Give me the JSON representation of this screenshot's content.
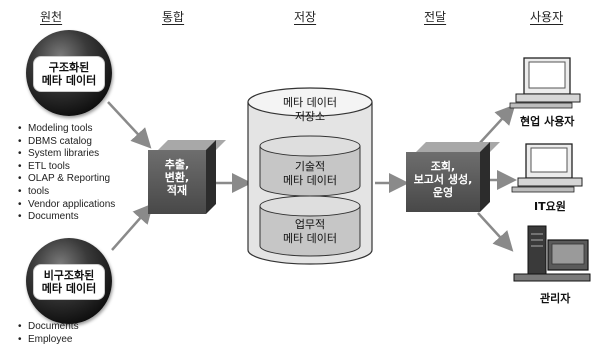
{
  "headers": {
    "source": "원천",
    "integrate": "통합",
    "store": "저장",
    "deliver": "전달",
    "users": "사용자"
  },
  "structured": {
    "line1": "구조화된",
    "line2": "메타 데이터",
    "items": [
      "Modeling tools",
      "DBMS catalog",
      "System libraries",
      "ETL tools",
      "OLAP & Reporting",
      "tools",
      "Vendor applications",
      "Documents"
    ]
  },
  "unstructured": {
    "line1": "비구조화된",
    "line2": "메타 데이터",
    "items": [
      "Documents",
      "Employee"
    ]
  },
  "integration_box": {
    "line1": "추출,",
    "line2": "변환,",
    "line3": "적재"
  },
  "repository": {
    "title1": "메타 데이터",
    "title2": "저장소",
    "technical1": "기술적",
    "technical2": "메타 데이터",
    "business1": "업무적",
    "business2": "메타 데이터"
  },
  "delivery_box": {
    "line1": "조회,",
    "line2": "보고서 생성,",
    "line3": "운영"
  },
  "user_groups": {
    "business": "현업 사용자",
    "it": "IT요원",
    "admin": "관리자"
  }
}
